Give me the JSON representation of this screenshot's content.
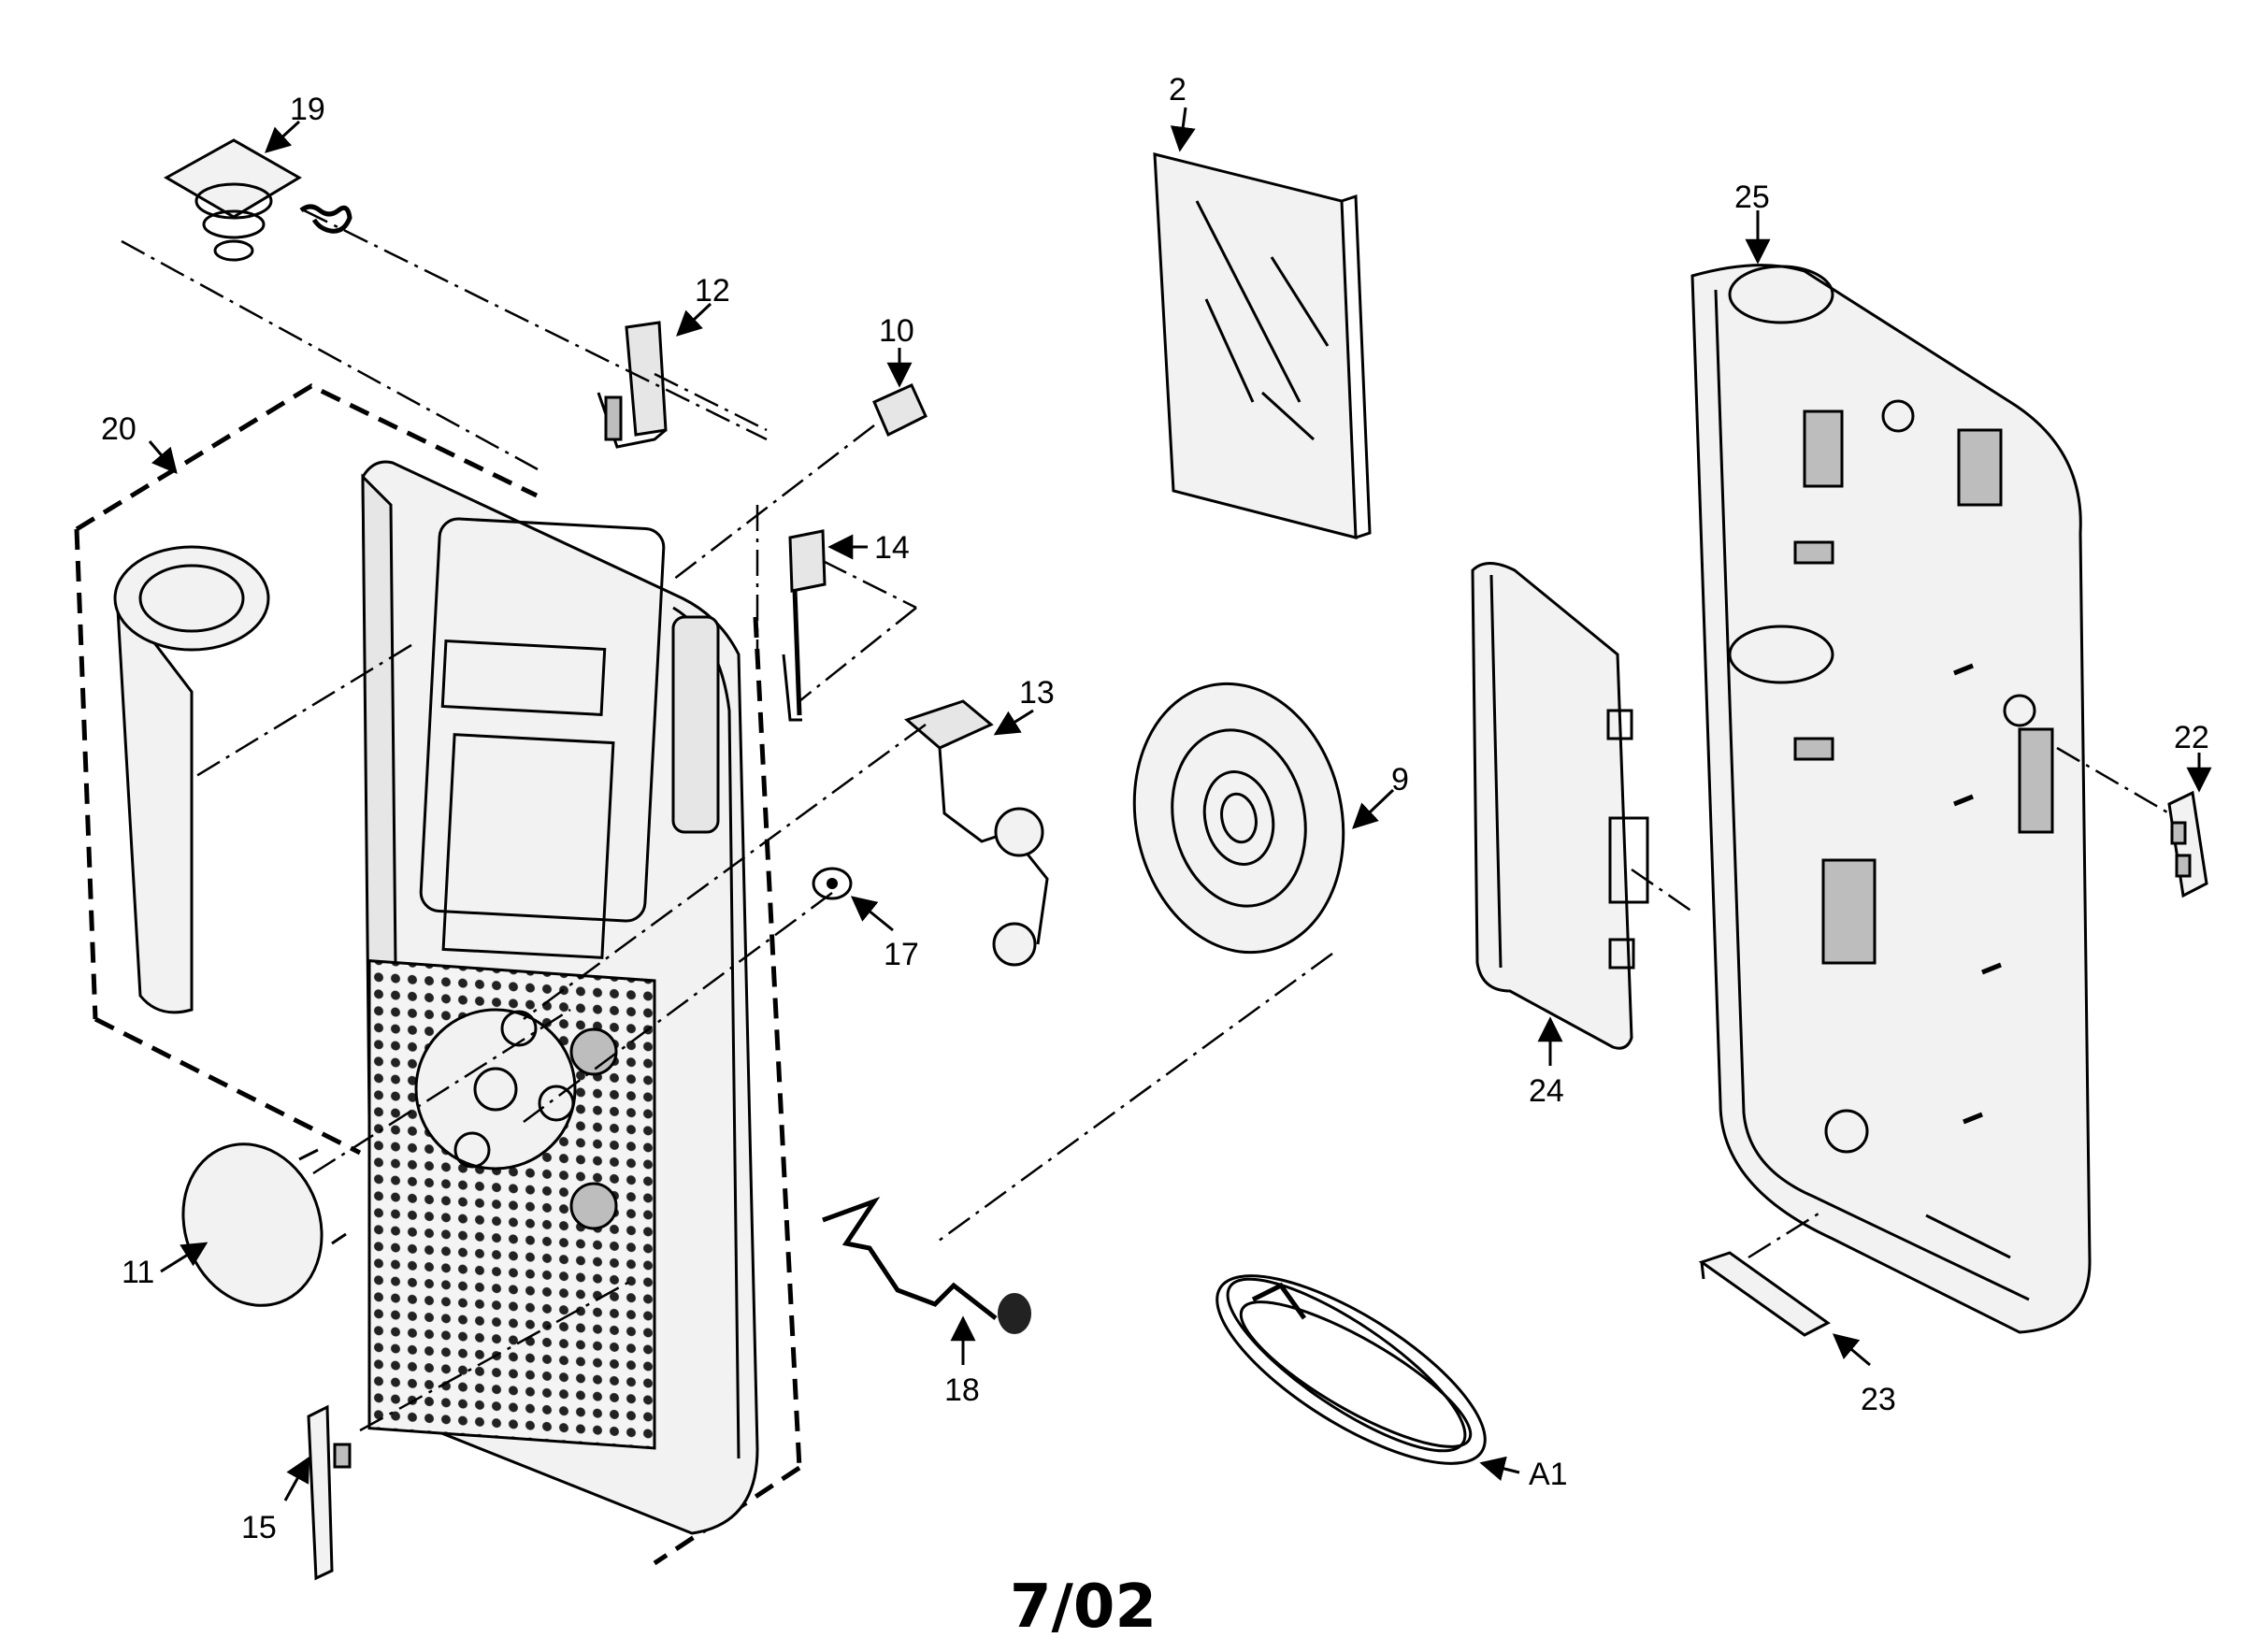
{
  "diagram": {
    "footer_text": "7/02",
    "callouts": {
      "c19": "19",
      "c12": "12",
      "c10": "10",
      "c20": "20",
      "c14": "14",
      "c13": "13",
      "c17": "17",
      "c11": "11",
      "c15": "15",
      "c18": "18",
      "c2": "2",
      "c9": "9",
      "c24": "24",
      "c25": "25",
      "c22": "22",
      "c23": "23",
      "cA1": "A1"
    }
  }
}
